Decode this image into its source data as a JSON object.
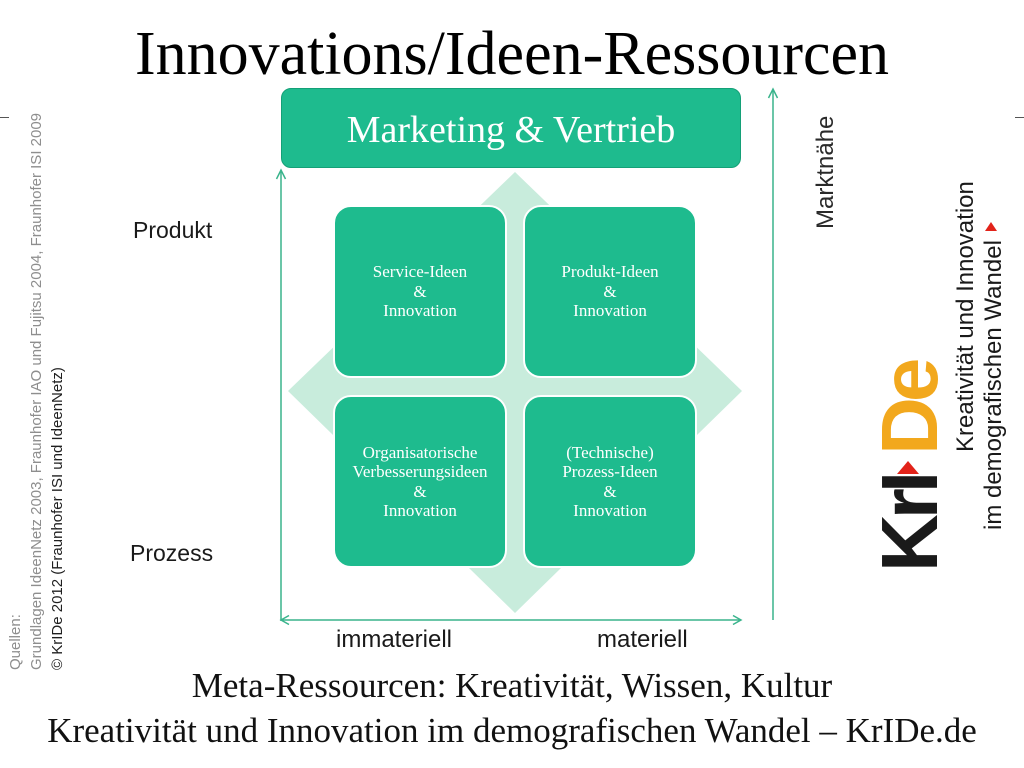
{
  "slide": {
    "title": "Innovations/Ideen-Ressourcen",
    "footer_line_1": "Meta-Ressourcen: Kreativität, Wissen, Kultur",
    "footer_line_2": "Kreativität und Innovation im demografischen Wandel – KrIDe.de"
  },
  "diagram": {
    "top_box_label": "Marketing & Vertrieb",
    "quadrants": {
      "top_left": [
        "Service-Ideen",
        "&",
        "Innovation"
      ],
      "top_right": [
        "Produkt-Ideen",
        "&",
        "Innovation"
      ],
      "bottom_left": [
        "Organisatorische",
        "Verbesserungsideen",
        "&",
        "Innovation"
      ],
      "bottom_right": [
        "(Technische)",
        "Prozess-Ideen",
        "&",
        "Innovation"
      ]
    },
    "row_labels": {
      "top": "Produkt",
      "bottom": "Prozess"
    },
    "column_labels": {
      "left": "immateriell",
      "right": "materiell"
    },
    "vertical_axis_label": "Marktnähe"
  },
  "sources": {
    "heading": "Quellen:",
    "references": "Grundlagen IdeenNetz 2003, Fraunhofer IAO und Fujitsu 2004, Fraunhofer ISI 2009",
    "copyright": "© KrIDe 2012 (Fraunhofer ISI und IdeenNetz)"
  },
  "logo": {
    "wordmark": {
      "part_1": "Kr",
      "part_2": "I",
      "part_3": "De"
    },
    "tagline_line_1": "Kreativität und Innovation",
    "tagline_line_2": "im demografischen Wandel"
  },
  "icons": {
    "wordmark_marker": "red-arrow-icon",
    "tagline_marker": "red-triangle-icon"
  },
  "colors": {
    "accent_green": "#1ebb8e",
    "accent_green_border": "#14a077",
    "diamond_mint": "#c8ecdc",
    "axis_line": "#3ab48c",
    "logo_red": "#e2231a",
    "logo_orange": "#f2a81d",
    "source_text_gray": "#8e8e8e"
  }
}
